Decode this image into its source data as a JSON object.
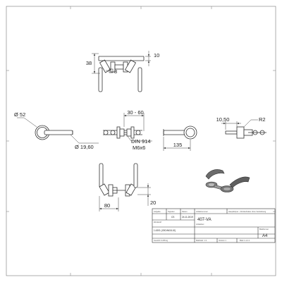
{
  "dimensions": {
    "d38": "38",
    "d10": "10",
    "d8": "8",
    "d52": "Ø 52",
    "d1960": "Ø 19,60",
    "d3060": "30 - 60",
    "din": "DIN 914",
    "m6": "M6x6",
    "d135": "135",
    "d1050": "10,50",
    "r2": "R2",
    "d20": "20",
    "d80": "80"
  },
  "title_block": {
    "h1": "Aufgabe",
    "h2": "Signatur",
    "h3": "Datum",
    "h4": "Artikelnummer",
    "h5": "Hauptkörper - Drückerhalter ohne Verstärkung",
    "row1_a": "",
    "row1_b": "CS",
    "row1_c": "24.11.2019",
    "part_no": "407-VA",
    "material_label": "Werkstoff",
    "material": "1.4301 (X5CrNi18-10)",
    "desc": "Artikelbez.",
    "page_label": "Blattformat",
    "page_size": "A4",
    "mass_label": "Gewicht 0.265 kg",
    "scale": "Maßstab: 1:2",
    "version": "Version 1",
    "sheet": "Blatt 1 von 1"
  }
}
